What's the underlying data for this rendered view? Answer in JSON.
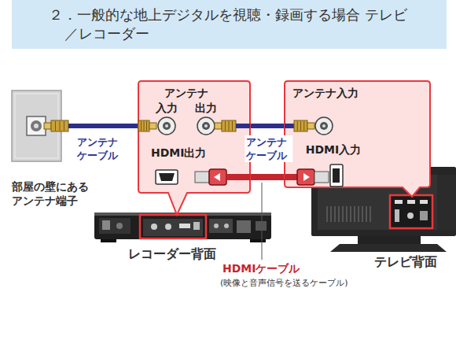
{
  "diagram": {
    "title": "２．一般的な地上デジタルを視聴・録画する場合 テレビ／レコーダー",
    "nodes": [
      {
        "text": [
          "部屋の壁にある アンテナ端子"
        ]
      },
      {
        "text": [
          "アンテナ",
          "入力",
          "出力",
          "HDMI出力"
        ]
      },
      {
        "text": [
          "アンテナ入力",
          "HDMI入力"
        ]
      }
    ],
    "edges": [
      {
        "from": 0,
        "to": 1,
        "arrow": "none",
        "label": "アンテナ ケーブル"
      },
      {
        "from": 1,
        "to": 2,
        "arrow": "none",
        "label": "アンテナ ケーブル"
      },
      {
        "from": 1,
        "to": 2,
        "arrow": "none"
      }
    ],
    "labels": [
      "HDMIケーブル",
      "(映像と音声信号を送るケーブル)",
      "レコーダー背面",
      "テレビ背面"
    ]
  }
}
